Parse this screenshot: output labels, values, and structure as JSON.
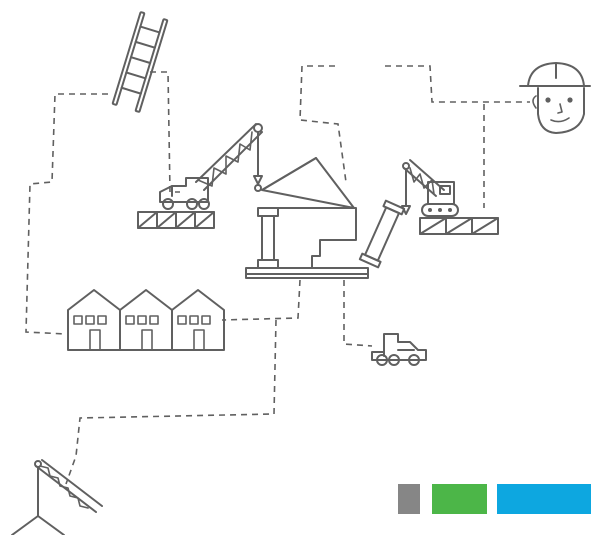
{
  "colors": {
    "line": "#606060",
    "swatch_gray": "#868686",
    "swatch_green": "#4cb648",
    "swatch_blue": "#0da7e0"
  },
  "icons": [
    "ladder-icon",
    "worker-head-icon",
    "crawler-crane-icon",
    "building-under-construction-icon",
    "tower-crane-icon",
    "truck-icon",
    "row-houses-icon",
    "small-truck-icon",
    "boom-crane-icon"
  ],
  "legend": [
    {
      "name": "gray",
      "color": "#868686"
    },
    {
      "name": "green",
      "color": "#4cb648"
    },
    {
      "name": "blue",
      "color": "#0da7e0"
    }
  ]
}
